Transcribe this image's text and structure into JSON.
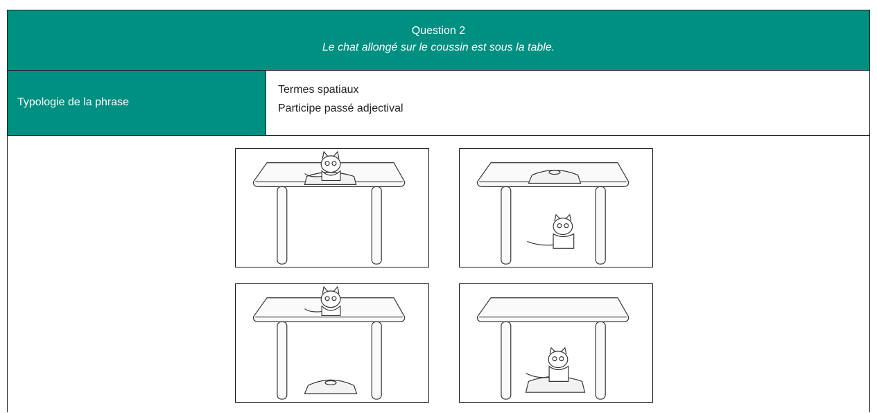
{
  "header": {
    "title": "Question 2",
    "sentence": "Le chat allongé sur le coussin est sous la table."
  },
  "typology": {
    "label": "Typologie de la phrase",
    "values": [
      "Termes spatiaux",
      "Participe passé adjectival"
    ]
  },
  "colors": {
    "header_bg": "#009081",
    "header_text": "#ffffff"
  },
  "images": [
    {
      "name": "cat-on-cushion-on-table",
      "description_icon": "cat-cushion-table-icon"
    },
    {
      "name": "cushion-on-table-cat-under",
      "description_icon": "cat-under-table-icon"
    },
    {
      "name": "cat-on-table-cushion-under",
      "description_icon": "cushion-under-table-icon"
    },
    {
      "name": "cat-on-cushion-under-table",
      "description_icon": "cat-cushion-under-table-icon"
    }
  ]
}
